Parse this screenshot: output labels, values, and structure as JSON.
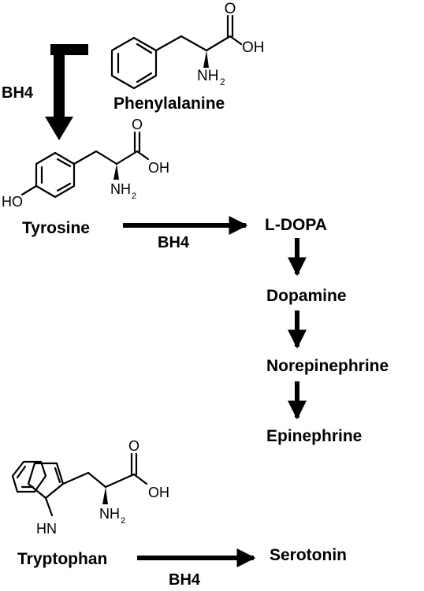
{
  "cofactor": "BH4",
  "compounds": {
    "phenylalanine": "Phenylalanine",
    "tyrosine": "Tyrosine",
    "l_dopa": "L-DOPA",
    "dopamine": "Dopamine",
    "norepinephrine": "Norepinephrine",
    "epinephrine": "Epinephrine",
    "tryptophan": "Tryptophan",
    "serotonin": "Serotonin"
  },
  "atoms": {
    "oxygen": "O",
    "hydroxyl": "OH",
    "ho": "HO",
    "amine": "NH",
    "amine_subscript": "2",
    "indole_nh": "HN"
  }
}
